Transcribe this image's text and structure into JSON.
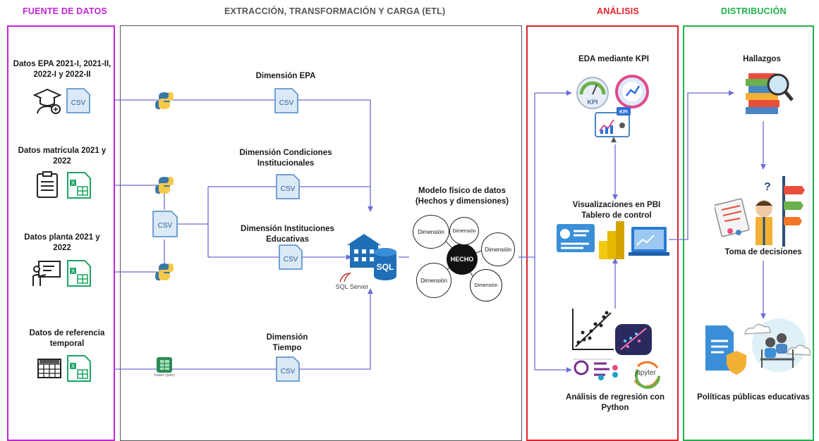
{
  "sections": {
    "fuente": {
      "title": "FUENTE DE DATOS",
      "color": "#c026d3"
    },
    "etl": {
      "title": "EXTRACCIÓN, TRANSFORMACIÓN Y CARGA (ETL)",
      "color": "#555555"
    },
    "analisis": {
      "title": "ANÁLISIS",
      "color": "#e0242a"
    },
    "distribucion": {
      "title": "DISTRIBUCIÓN",
      "color": "#22b14c"
    }
  },
  "sources": {
    "epa": "Datos EPA 2021-I, 2021-II, 2022-I y 2022-II",
    "matricula": "Datos matricula 2021 y 2022",
    "planta": "Datos planta 2021 y 2022",
    "temporal": "Datos de referencia temporal"
  },
  "etl": {
    "dim_epa": "Dimensión EPA",
    "dim_condiciones": "Dimensión Condiciones Institucionales",
    "dim_instituciones": "Dimensión Instituciones Educativas",
    "dim_tiempo": "Dimensión Tiempo",
    "modelo": "Modelo físico de datos (Hechos y dimensiones)",
    "sql_label": "SQL",
    "sqlserver_label": "SQL Server",
    "powerquery_label": "Power Query",
    "csv": "CSV",
    "hecho": "HECHO",
    "dimension": "Dimensión"
  },
  "analisis": {
    "eda": "EDA mediante KPI",
    "kpi": "KPI",
    "visualizaciones": "Visualizaciones en PBI Tablero de control",
    "regresion": "Análisis de regresión con Python",
    "jupyter": "jupyter"
  },
  "distribucion": {
    "hallazgos": "Hallazgos",
    "decisiones": "Toma de decisiones",
    "politicas": "Políticas públicas educativas"
  },
  "colors": {
    "arrow": "#6b6bd6",
    "csv_fill": "#dbe9f7",
    "csv_stroke": "#4a86c5",
    "excel": "#21a366",
    "python_blue": "#3b77a8",
    "python_yellow": "#f7c948"
  }
}
